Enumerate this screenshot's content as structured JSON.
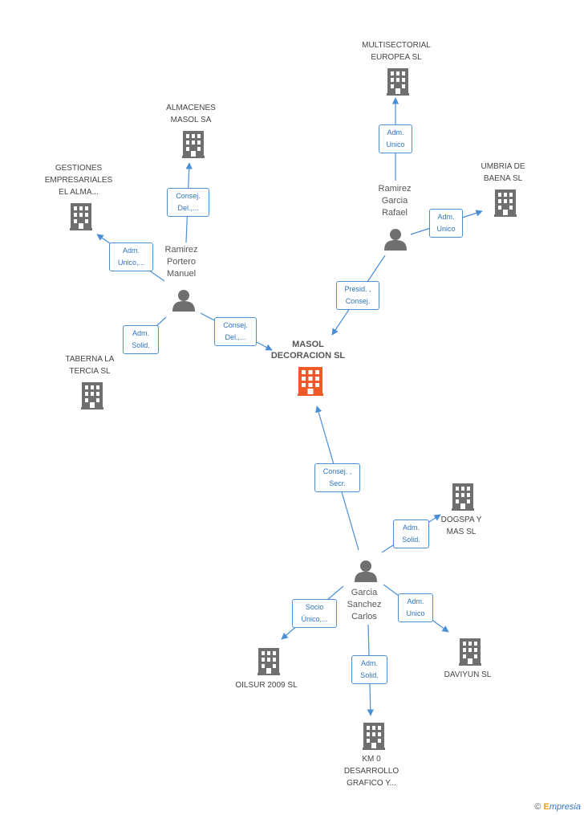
{
  "nodes": {
    "center": {
      "lines": [
        "MASOL",
        "DECORACION SL"
      ]
    },
    "multisectorial": {
      "lines": [
        "MULTISECTORIAL",
        "EUROPEA SL"
      ]
    },
    "almacenes": {
      "lines": [
        "ALMACENES",
        "MASOL SA"
      ]
    },
    "gestiones": {
      "lines": [
        "GESTIONES",
        "EMPRESARIALES",
        "EL ALMA..."
      ]
    },
    "umbria": {
      "lines": [
        "UMBRIA DE",
        "BAENA SL"
      ]
    },
    "taberna": {
      "lines": [
        "TABERNA LA",
        "TERCIA SL"
      ]
    },
    "dogspa": {
      "lines": [
        "DOGSPA Y",
        "MAS  SL"
      ]
    },
    "oilsur": {
      "lines": [
        "OILSUR 2009 SL"
      ]
    },
    "daviyun": {
      "lines": [
        "DAVIYUN SL"
      ]
    },
    "km0": {
      "lines": [
        "KM 0",
        "DESARROLLO",
        "GRAFICO Y..."
      ]
    }
  },
  "persons": {
    "rafael": {
      "lines": [
        "Ramirez",
        "Garcia",
        "Rafael"
      ]
    },
    "manuel": {
      "lines": [
        "Ramirez",
        "Portero",
        "Manuel"
      ]
    },
    "carlos": {
      "lines": [
        "Garcia",
        "Sanchez",
        "Carlos"
      ]
    }
  },
  "edges": {
    "rafael_multisectorial": [
      "Adm.",
      "Unico"
    ],
    "rafael_umbria": [
      "Adm.",
      "Unico"
    ],
    "rafael_center": [
      "Presid. ,",
      "Consej."
    ],
    "manuel_almacenes": [
      "Consej.",
      "Del.,..."
    ],
    "manuel_gestiones": [
      "Adm.",
      "Unico,..."
    ],
    "manuel_taberna": [
      "Adm.",
      "Solid."
    ],
    "manuel_center": [
      "Consej.",
      "Del.,..."
    ],
    "carlos_center": [
      "Consej. ,",
      "Secr."
    ],
    "carlos_dogspa": [
      "Adm.",
      "Solid."
    ],
    "carlos_oilsur": [
      "Socio",
      "Único,..."
    ],
    "carlos_km0": [
      "Adm.",
      "Solid."
    ],
    "carlos_daviyun": [
      "Adm.",
      "Unico"
    ]
  },
  "footer": {
    "copyright": "©",
    "brand_initial": "E",
    "brand_rest": "mpresia"
  },
  "colors": {
    "accent": "#4a8fd6",
    "center_building": "#f05a28",
    "building": "#6f6f6f",
    "person": "#6f6f6f"
  }
}
